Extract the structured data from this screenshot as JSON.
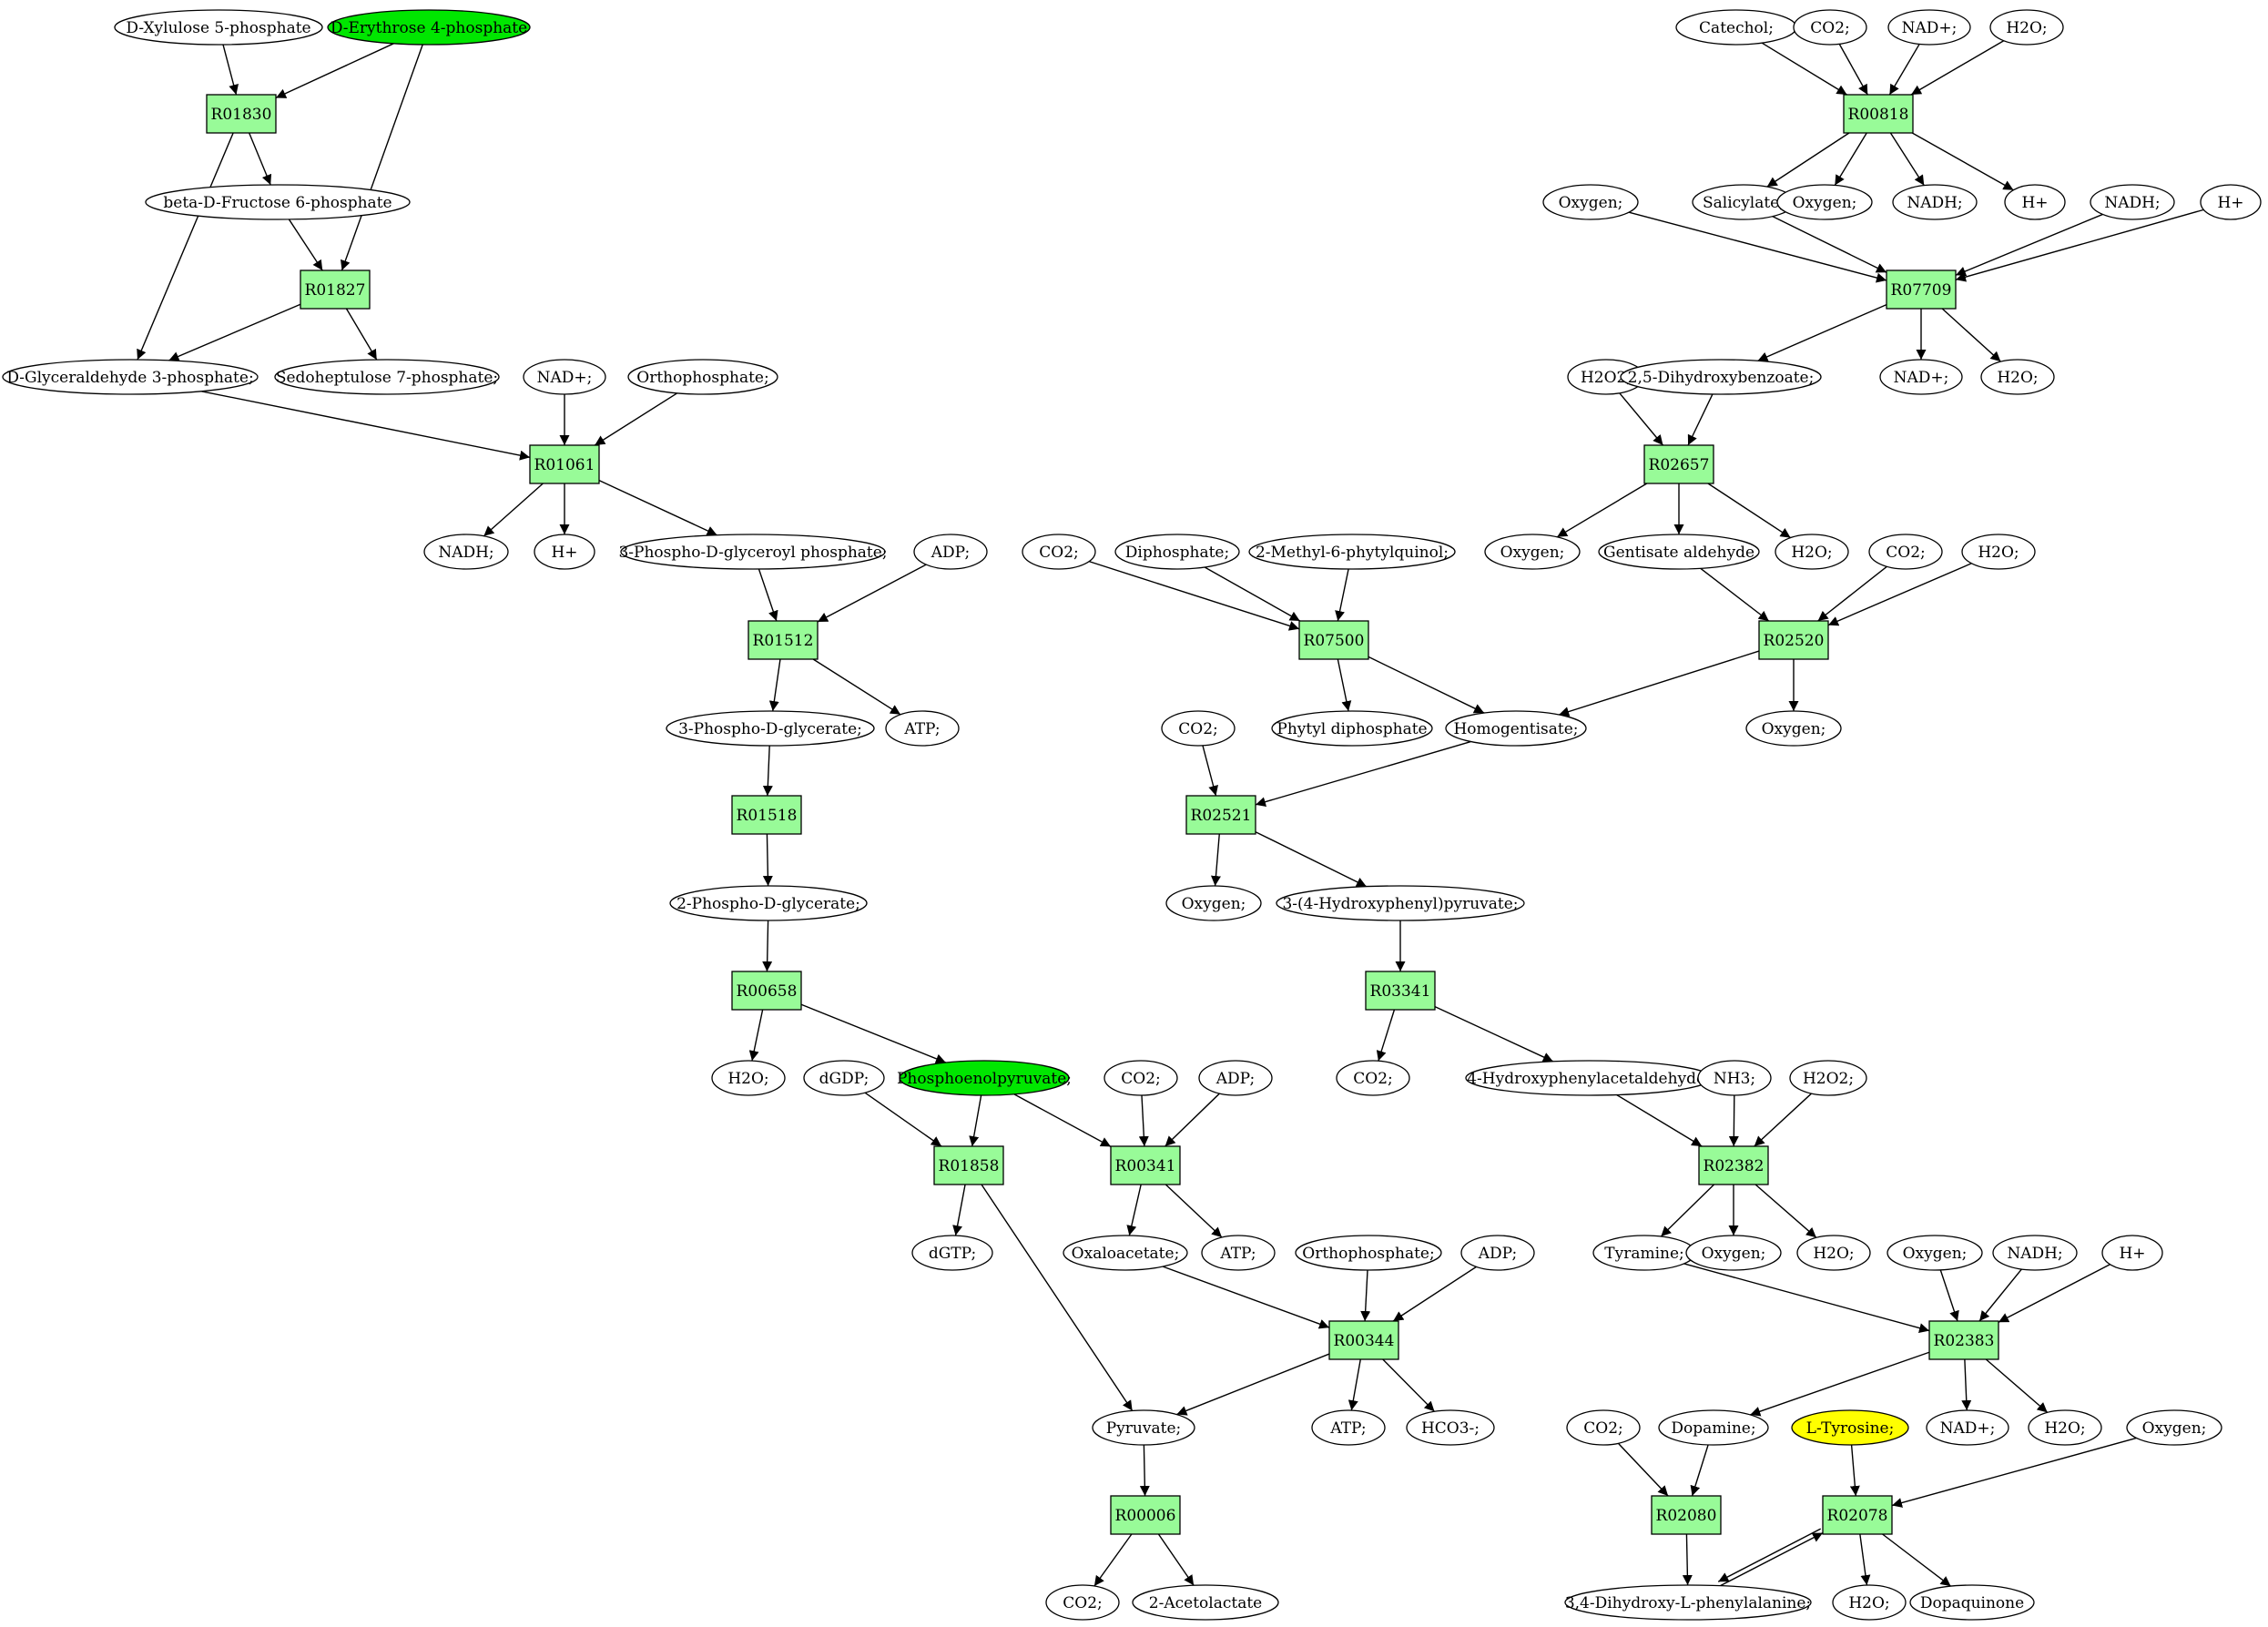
{
  "colors": {
    "reaction_fill": "#98fb98",
    "start_fill": "#00e600",
    "target_fill": "#ffff00",
    "node_stroke": "#000000"
  },
  "nodes": [
    {
      "id": "xyl5p",
      "label": "D-Xylulose 5-phosphate",
      "kind": "metabolite"
    },
    {
      "id": "ery4p",
      "label": "D-Erythrose 4-phosphate",
      "kind": "start"
    },
    {
      "id": "R01830",
      "label": "R01830",
      "kind": "reaction"
    },
    {
      "id": "bfru6p",
      "label": "beta-D-Fructose 6-phosphate",
      "kind": "metabolite"
    },
    {
      "id": "R01827",
      "label": "R01827",
      "kind": "reaction"
    },
    {
      "id": "g3p",
      "label": "D-Glyceraldehyde 3-phosphate;",
      "kind": "metabolite"
    },
    {
      "id": "s7p",
      "label": "Sedoheptulose 7-phosphate;",
      "kind": "metabolite"
    },
    {
      "id": "nad1",
      "label": "NAD+;",
      "kind": "metabolite"
    },
    {
      "id": "pi1",
      "label": "Orthophosphate;",
      "kind": "metabolite"
    },
    {
      "id": "R01061",
      "label": "R01061",
      "kind": "reaction"
    },
    {
      "id": "nadh1",
      "label": "NADH;",
      "kind": "metabolite"
    },
    {
      "id": "h1",
      "label": "H+",
      "kind": "metabolite"
    },
    {
      "id": "bpg",
      "label": "3-Phospho-D-glyceroyl phosphate;",
      "kind": "metabolite"
    },
    {
      "id": "adp1",
      "label": "ADP;",
      "kind": "metabolite"
    },
    {
      "id": "R01512",
      "label": "R01512",
      "kind": "reaction"
    },
    {
      "id": "pg3",
      "label": "3-Phospho-D-glycerate;",
      "kind": "metabolite"
    },
    {
      "id": "atp1",
      "label": "ATP;",
      "kind": "metabolite"
    },
    {
      "id": "R01518",
      "label": "R01518",
      "kind": "reaction"
    },
    {
      "id": "pg2",
      "label": "2-Phospho-D-glycerate;",
      "kind": "metabolite"
    },
    {
      "id": "R00658",
      "label": "R00658",
      "kind": "reaction"
    },
    {
      "id": "h2o1",
      "label": "H2O;",
      "kind": "metabolite"
    },
    {
      "id": "dgdp",
      "label": "dGDP;",
      "kind": "metabolite"
    },
    {
      "id": "pep",
      "label": "Phosphoenolpyruvate;",
      "kind": "start"
    },
    {
      "id": "co2a",
      "label": "CO2;",
      "kind": "metabolite"
    },
    {
      "id": "adp2",
      "label": "ADP;",
      "kind": "metabolite"
    },
    {
      "id": "R01858",
      "label": "R01858",
      "kind": "reaction"
    },
    {
      "id": "R00341",
      "label": "R00341",
      "kind": "reaction"
    },
    {
      "id": "dgtp",
      "label": "dGTP;",
      "kind": "metabolite"
    },
    {
      "id": "oaa",
      "label": "Oxaloacetate;",
      "kind": "metabolite"
    },
    {
      "id": "atp2",
      "label": "ATP;",
      "kind": "metabolite"
    },
    {
      "id": "pi2",
      "label": "Orthophosphate;",
      "kind": "metabolite"
    },
    {
      "id": "adp3",
      "label": "ADP;",
      "kind": "metabolite"
    },
    {
      "id": "R00344",
      "label": "R00344",
      "kind": "reaction"
    },
    {
      "id": "pyr",
      "label": "Pyruvate;",
      "kind": "metabolite"
    },
    {
      "id": "atp3",
      "label": "ATP;",
      "kind": "metabolite"
    },
    {
      "id": "hco3",
      "label": "HCO3-;",
      "kind": "metabolite"
    },
    {
      "id": "R00006",
      "label": "R00006",
      "kind": "reaction"
    },
    {
      "id": "co2b",
      "label": "CO2;",
      "kind": "metabolite"
    },
    {
      "id": "acl",
      "label": "2-Acetolactate",
      "kind": "metabolite"
    },
    {
      "id": "catechol",
      "label": "Catechol;",
      "kind": "metabolite"
    },
    {
      "id": "co2c",
      "label": "CO2;",
      "kind": "metabolite"
    },
    {
      "id": "nad2",
      "label": "NAD+;",
      "kind": "metabolite"
    },
    {
      "id": "h2o2",
      "label": "H2O;",
      "kind": "metabolite"
    },
    {
      "id": "R00818",
      "label": "R00818",
      "kind": "reaction"
    },
    {
      "id": "oxy1",
      "label": "Oxygen;",
      "kind": "metabolite"
    },
    {
      "id": "sal",
      "label": "Salicylate;",
      "kind": "metabolite"
    },
    {
      "id": "oxy2",
      "label": "Oxygen;",
      "kind": "metabolite"
    },
    {
      "id": "nadh2",
      "label": "NADH;",
      "kind": "metabolite"
    },
    {
      "id": "h2",
      "label": "H+",
      "kind": "metabolite"
    },
    {
      "id": "nadh3",
      "label": "NADH;",
      "kind": "metabolite"
    },
    {
      "id": "h3",
      "label": "H+",
      "kind": "metabolite"
    },
    {
      "id": "R07709",
      "label": "R07709",
      "kind": "reaction"
    },
    {
      "id": "hp1",
      "label": "H2O2;",
      "kind": "metabolite"
    },
    {
      "id": "dhb",
      "label": "2,5-Dihydroxybenzoate;",
      "kind": "metabolite"
    },
    {
      "id": "nad3",
      "label": "NAD+;",
      "kind": "metabolite"
    },
    {
      "id": "h2o3",
      "label": "H2O;",
      "kind": "metabolite"
    },
    {
      "id": "R02657",
      "label": "R02657",
      "kind": "reaction"
    },
    {
      "id": "oxy3",
      "label": "Oxygen;",
      "kind": "metabolite"
    },
    {
      "id": "gald",
      "label": "Gentisate aldehyde",
      "kind": "metabolite"
    },
    {
      "id": "h2o4",
      "label": "H2O;",
      "kind": "metabolite"
    },
    {
      "id": "co2d",
      "label": "CO2;",
      "kind": "metabolite"
    },
    {
      "id": "h2o5",
      "label": "H2O;",
      "kind": "metabolite"
    },
    {
      "id": "R02520",
      "label": "R02520",
      "kind": "reaction"
    },
    {
      "id": "oxy4",
      "label": "Oxygen;",
      "kind": "metabolite"
    },
    {
      "id": "co2e",
      "label": "CO2;",
      "kind": "metabolite"
    },
    {
      "id": "dipho",
      "label": "Diphosphate;",
      "kind": "metabolite"
    },
    {
      "id": "mpq",
      "label": "2-Methyl-6-phytylquinol;",
      "kind": "metabolite"
    },
    {
      "id": "R07500",
      "label": "R07500",
      "kind": "reaction"
    },
    {
      "id": "phdp",
      "label": "Phytyl diphosphate",
      "kind": "metabolite"
    },
    {
      "id": "hga",
      "label": "Homogentisate;",
      "kind": "metabolite"
    },
    {
      "id": "co2f",
      "label": "CO2;",
      "kind": "metabolite"
    },
    {
      "id": "R02521",
      "label": "R02521",
      "kind": "reaction"
    },
    {
      "id": "oxy5",
      "label": "Oxygen;",
      "kind": "metabolite"
    },
    {
      "id": "hpp",
      "label": "3-(4-Hydroxyphenyl)pyruvate;",
      "kind": "metabolite"
    },
    {
      "id": "R03341",
      "label": "R03341",
      "kind": "reaction"
    },
    {
      "id": "co2g",
      "label": "CO2;",
      "kind": "metabolite"
    },
    {
      "id": "hpa",
      "label": "4-Hydroxyphenylacetaldehyde;",
      "kind": "metabolite"
    },
    {
      "id": "nh3",
      "label": "NH3;",
      "kind": "metabolite"
    },
    {
      "id": "hp2",
      "label": "H2O2;",
      "kind": "metabolite"
    },
    {
      "id": "R02382",
      "label": "R02382",
      "kind": "reaction"
    },
    {
      "id": "tyr",
      "label": "Tyramine;",
      "kind": "metabolite"
    },
    {
      "id": "oxy6",
      "label": "Oxygen;",
      "kind": "metabolite"
    },
    {
      "id": "h2o6",
      "label": "H2O;",
      "kind": "metabolite"
    },
    {
      "id": "oxy7",
      "label": "Oxygen;",
      "kind": "metabolite"
    },
    {
      "id": "nadh4",
      "label": "NADH;",
      "kind": "metabolite"
    },
    {
      "id": "h4",
      "label": "H+",
      "kind": "metabolite"
    },
    {
      "id": "R02383",
      "label": "R02383",
      "kind": "reaction"
    },
    {
      "id": "co2h",
      "label": "CO2;",
      "kind": "metabolite"
    },
    {
      "id": "dop",
      "label": "Dopamine;",
      "kind": "metabolite"
    },
    {
      "id": "ltyr",
      "label": "L-Tyrosine;",
      "kind": "target"
    },
    {
      "id": "nad4",
      "label": "NAD+;",
      "kind": "metabolite"
    },
    {
      "id": "h2o7",
      "label": "H2O;",
      "kind": "metabolite"
    },
    {
      "id": "oxy8",
      "label": "Oxygen;",
      "kind": "metabolite"
    },
    {
      "id": "R02080",
      "label": "R02080",
      "kind": "reaction"
    },
    {
      "id": "R02078",
      "label": "R02078",
      "kind": "reaction"
    },
    {
      "id": "dopa",
      "label": "3,4-Dihydroxy-L-phenylalanine;",
      "kind": "metabolite"
    },
    {
      "id": "h2o8",
      "label": "H2O;",
      "kind": "metabolite"
    },
    {
      "id": "dq",
      "label": "Dopaquinone",
      "kind": "metabolite"
    }
  ],
  "edges": [
    [
      "xyl5p",
      "R01830"
    ],
    [
      "ery4p",
      "R01830"
    ],
    [
      "ery4p",
      "R01827"
    ],
    [
      "R01830",
      "bfru6p"
    ],
    [
      "R01830",
      "g3p"
    ],
    [
      "bfru6p",
      "R01827"
    ],
    [
      "R01827",
      "g3p"
    ],
    [
      "R01827",
      "s7p"
    ],
    [
      "g3p",
      "R01061"
    ],
    [
      "nad1",
      "R01061"
    ],
    [
      "pi1",
      "R01061"
    ],
    [
      "R01061",
      "nadh1"
    ],
    [
      "R01061",
      "h1"
    ],
    [
      "R01061",
      "bpg"
    ],
    [
      "bpg",
      "R01512"
    ],
    [
      "adp1",
      "R01512"
    ],
    [
      "R01512",
      "pg3"
    ],
    [
      "R01512",
      "atp1"
    ],
    [
      "pg3",
      "R01518"
    ],
    [
      "R01518",
      "pg2"
    ],
    [
      "pg2",
      "R00658"
    ],
    [
      "R00658",
      "h2o1"
    ],
    [
      "R00658",
      "pep"
    ],
    [
      "dgdp",
      "R01858"
    ],
    [
      "pep",
      "R01858"
    ],
    [
      "pep",
      "R00341"
    ],
    [
      "co2a",
      "R00341"
    ],
    [
      "adp2",
      "R00341"
    ],
    [
      "R01858",
      "dgtp"
    ],
    [
      "R01858",
      "pyr"
    ],
    [
      "R00341",
      "oaa"
    ],
    [
      "R00341",
      "atp2"
    ],
    [
      "oaa",
      "R00344"
    ],
    [
      "pi2",
      "R00344"
    ],
    [
      "adp3",
      "R00344"
    ],
    [
      "R00344",
      "pyr"
    ],
    [
      "R00344",
      "atp3"
    ],
    [
      "R00344",
      "hco3"
    ],
    [
      "pyr",
      "R00006"
    ],
    [
      "R00006",
      "co2b"
    ],
    [
      "R00006",
      "acl"
    ],
    [
      "catechol",
      "R00818"
    ],
    [
      "co2c",
      "R00818"
    ],
    [
      "nad2",
      "R00818"
    ],
    [
      "h2o2",
      "R00818"
    ],
    [
      "R00818",
      "sal"
    ],
    [
      "R00818",
      "oxy2"
    ],
    [
      "R00818",
      "nadh2"
    ],
    [
      "R00818",
      "h2"
    ],
    [
      "oxy1",
      "R07709"
    ],
    [
      "sal",
      "R07709"
    ],
    [
      "nadh3",
      "R07709"
    ],
    [
      "h3",
      "R07709"
    ],
    [
      "R07709",
      "dhb"
    ],
    [
      "R07709",
      "nad3"
    ],
    [
      "R07709",
      "h2o3"
    ],
    [
      "hp1",
      "R02657"
    ],
    [
      "dhb",
      "R02657"
    ],
    [
      "R02657",
      "oxy3"
    ],
    [
      "R02657",
      "gald"
    ],
    [
      "R02657",
      "h2o4"
    ],
    [
      "gald",
      "R02520"
    ],
    [
      "co2d",
      "R02520"
    ],
    [
      "h2o5",
      "R02520"
    ],
    [
      "R02520",
      "oxy4"
    ],
    [
      "R02520",
      "hga"
    ],
    [
      "co2e",
      "R07500"
    ],
    [
      "dipho",
      "R07500"
    ],
    [
      "mpq",
      "R07500"
    ],
    [
      "R07500",
      "phdp"
    ],
    [
      "R07500",
      "hga"
    ],
    [
      "hga",
      "R02521"
    ],
    [
      "co2f",
      "R02521"
    ],
    [
      "R02521",
      "oxy5"
    ],
    [
      "R02521",
      "hpp"
    ],
    [
      "hpp",
      "R03341"
    ],
    [
      "R03341",
      "co2g"
    ],
    [
      "R03341",
      "hpa"
    ],
    [
      "hpa",
      "R02382"
    ],
    [
      "nh3",
      "R02382"
    ],
    [
      "hp2",
      "R02382"
    ],
    [
      "R02382",
      "tyr"
    ],
    [
      "R02382",
      "oxy6"
    ],
    [
      "R02382",
      "h2o6"
    ],
    [
      "tyr",
      "R02383"
    ],
    [
      "oxy7",
      "R02383"
    ],
    [
      "nadh4",
      "R02383"
    ],
    [
      "h4",
      "R02383"
    ],
    [
      "R02383",
      "dop"
    ],
    [
      "R02383",
      "nad4"
    ],
    [
      "R02383",
      "h2o7"
    ],
    [
      "co2h",
      "R02080"
    ],
    [
      "dop",
      "R02080"
    ],
    [
      "R02080",
      "dopa"
    ],
    [
      "ltyr",
      "R02078"
    ],
    [
      "oxy8",
      "R02078"
    ],
    [
      "dopa",
      "R02078"
    ],
    [
      "R02078",
      "dopa"
    ],
    [
      "R02078",
      "h2o8"
    ],
    [
      "R02078",
      "dq"
    ]
  ]
}
